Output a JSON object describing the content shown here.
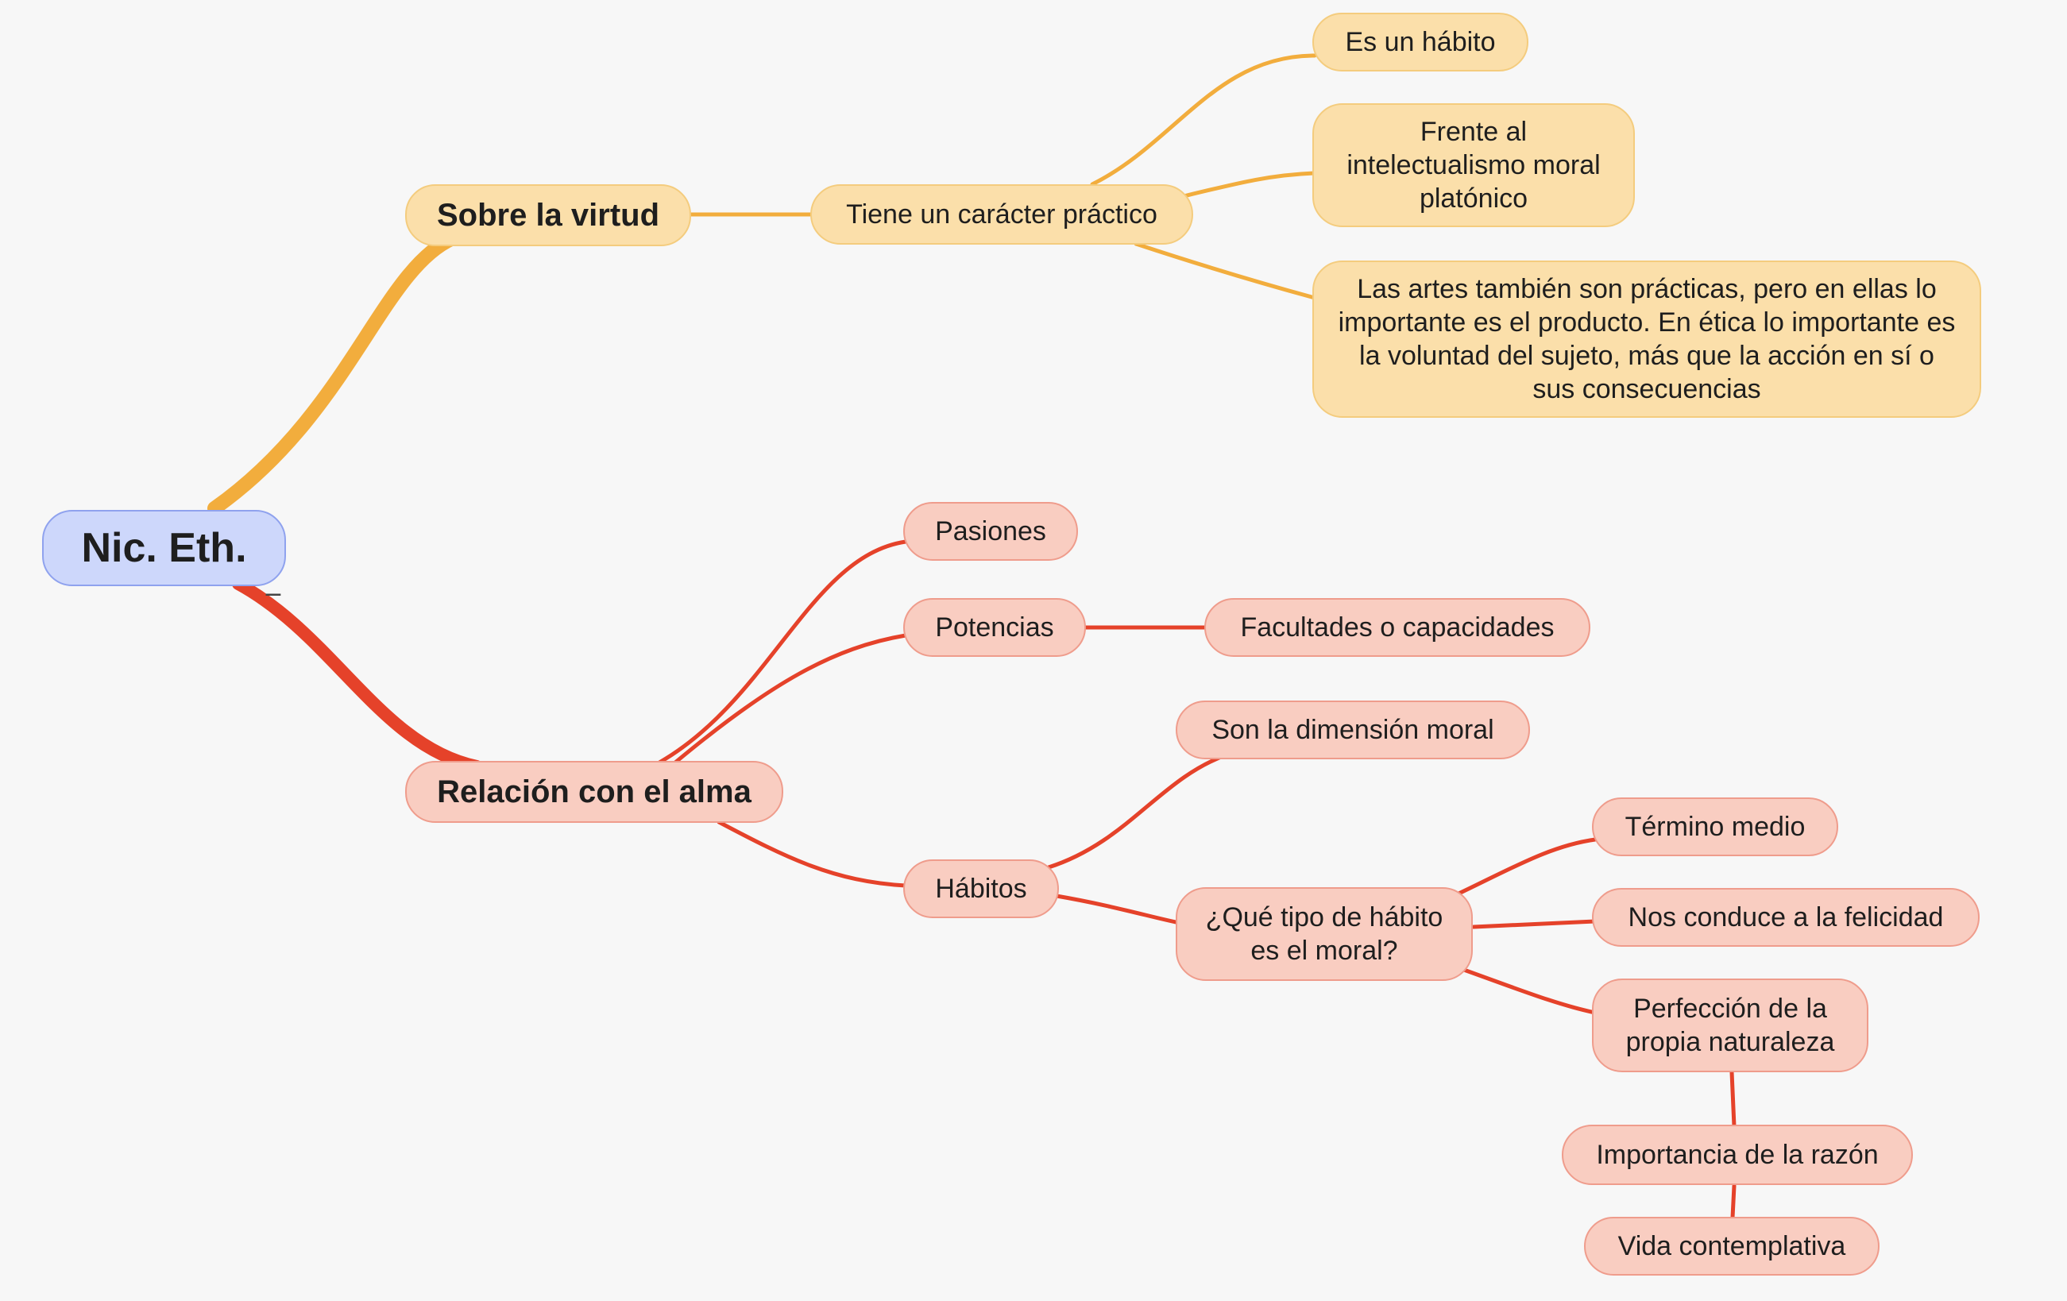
{
  "colors": {
    "root": "#cdd7fb",
    "yellow_branch": "#f2ad3d",
    "red_branch": "#e5422a"
  },
  "root": {
    "label": "Nic. Eth.",
    "collapse_icon": "−"
  },
  "branch_virtud": {
    "label": "Sobre la virtud",
    "practico": "Tiene un carácter práctico",
    "habito": "Es un hábito",
    "frente": "Frente al intelectualismo moral platónico",
    "artes": "Las artes también son prácticas, pero en ellas lo importante es el producto. En ética lo importante es la voluntad del sujeto, más que la acción en sí o sus consecuencias"
  },
  "branch_alma": {
    "label": "Relación con el alma",
    "pasiones": "Pasiones",
    "potencias": "Potencias",
    "facultades": "Facultades o capacidades",
    "habitos": "Hábitos",
    "dimension": "Son la dimensión moral",
    "tipo": "¿Qué tipo de hábito es el moral?",
    "medio": "Término medio",
    "felicidad": "Nos conduce a la felicidad",
    "perfeccion": "Perfección de la propia naturaleza",
    "razon": "Importancia de la razón",
    "vida": "Vida contemplativa"
  }
}
